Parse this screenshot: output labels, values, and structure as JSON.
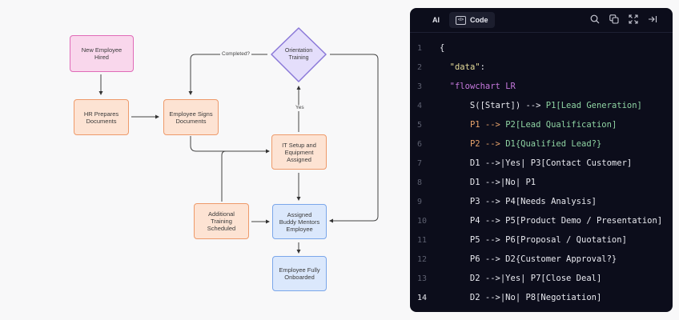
{
  "flowchart": {
    "nodes": {
      "new_employee": "New Employee\nHired",
      "hr_prepares": "HR Prepares\nDocuments",
      "employee_signs": "Employee Signs\nDocuments",
      "orientation": "Orientation\nTraining",
      "it_setup": "IT Setup and\nEquipment\nAssigned",
      "additional_training": "Additional\nTraining\nScheduled",
      "buddy": "Assigned\nBuddy Mentors\nEmployee",
      "onboarded": "Employee Fully\nOnboarded"
    },
    "edge_labels": {
      "completed": "Completed?",
      "yes": "Yes"
    },
    "colors": {
      "start": "#f9d7ec",
      "process": "#fde3d3",
      "decision": "#e4defb",
      "end": "#dbe8fc"
    }
  },
  "panel": {
    "tabs": [
      {
        "label": "AI"
      },
      {
        "label": "Code",
        "icon": "code-icon",
        "active": true
      }
    ],
    "tools": [
      "search-icon",
      "copy-icon",
      "expand-icon",
      "collapse-panel-icon"
    ],
    "code_lines": [
      {
        "n": "1",
        "parts": [
          {
            "t": "{",
            "c": "white"
          }
        ]
      },
      {
        "n": "2",
        "parts": [
          {
            "t": "  ",
            "c": "white"
          },
          {
            "t": "\"data\"",
            "c": "yellow"
          },
          {
            "t": ":",
            "c": "white"
          }
        ]
      },
      {
        "n": "3",
        "parts": [
          {
            "t": "  ",
            "c": "white"
          },
          {
            "t": "\"flowchart LR",
            "c": "purple"
          }
        ]
      },
      {
        "n": "4",
        "parts": [
          {
            "t": "      S([Start]) --> ",
            "c": "white"
          },
          {
            "t": "P1[Lead Generation]",
            "c": "green"
          }
        ]
      },
      {
        "n": "5",
        "parts": [
          {
            "t": "      ",
            "c": "white"
          },
          {
            "t": "P1 --> ",
            "c": "orange"
          },
          {
            "t": "P2[Lead Qualification]",
            "c": "green"
          }
        ]
      },
      {
        "n": "6",
        "parts": [
          {
            "t": "      ",
            "c": "white"
          },
          {
            "t": "P2 --> ",
            "c": "orange"
          },
          {
            "t": "D1{Qualified Lead?}",
            "c": "green"
          }
        ]
      },
      {
        "n": "7",
        "parts": [
          {
            "t": "      D1 -->|Yes| P3[Contact Customer]",
            "c": "white"
          }
        ]
      },
      {
        "n": "8",
        "parts": [
          {
            "t": "      D1 -->|No| P1",
            "c": "white"
          }
        ]
      },
      {
        "n": "9",
        "parts": [
          {
            "t": "      P3 --> P4[Needs Analysis]",
            "c": "white"
          }
        ]
      },
      {
        "n": "10",
        "parts": [
          {
            "t": "      P4 --> P5[Product Demo / Presentation]",
            "c": "white"
          }
        ]
      },
      {
        "n": "11",
        "parts": [
          {
            "t": "      P5 --> P6[Proposal / Quotation]",
            "c": "white"
          }
        ]
      },
      {
        "n": "12",
        "parts": [
          {
            "t": "      P6 --> D2{Customer Approval?}",
            "c": "white"
          }
        ]
      },
      {
        "n": "13",
        "parts": [
          {
            "t": "      D2 -->|Yes| P7[Close Deal]",
            "c": "white"
          }
        ]
      },
      {
        "n": "14",
        "parts": [
          {
            "t": "      D2 -->|No| P8[Negotiation]",
            "c": "white"
          }
        ],
        "active": true
      }
    ]
  }
}
